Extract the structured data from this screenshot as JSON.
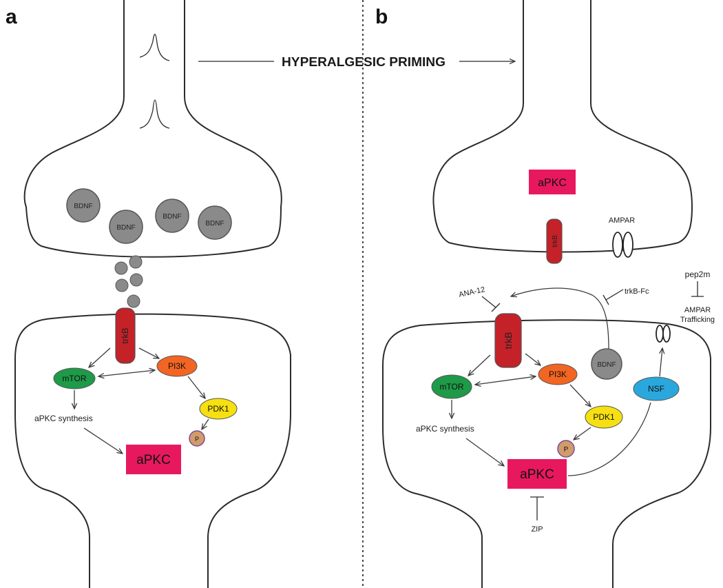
{
  "panels": {
    "a": "a",
    "b": "b"
  },
  "title": "HYPERALGESIC PRIMING",
  "labels": {
    "bdnf": "BDNF",
    "trkb": "trkB",
    "mtor": "mTOR",
    "pi3k": "PI3K",
    "pdk1": "PDK1",
    "p": "P",
    "apkc": "aPKC",
    "apkc_synthesis": "aPKC synthesis",
    "ampar": "AMPAR",
    "ana12": "ANA-12",
    "trkb_fc": "trkB-Fc",
    "pep2m": "pep2m",
    "ampar_trafficking_1": "AMPAR",
    "ampar_trafficking_2": "Trafficking",
    "nsf": "NSF",
    "zip": "ZIP"
  },
  "colors": {
    "bdnf": "#8a8a8a",
    "trkb": "#c42128",
    "mtor": "#1e9a48",
    "pi3k": "#f26522",
    "pdk1": "#f7e011",
    "phospho": "#d29b6a",
    "apkc": "#e8185f",
    "nsf": "#2aa8dd",
    "line": "#2b2b2b"
  }
}
